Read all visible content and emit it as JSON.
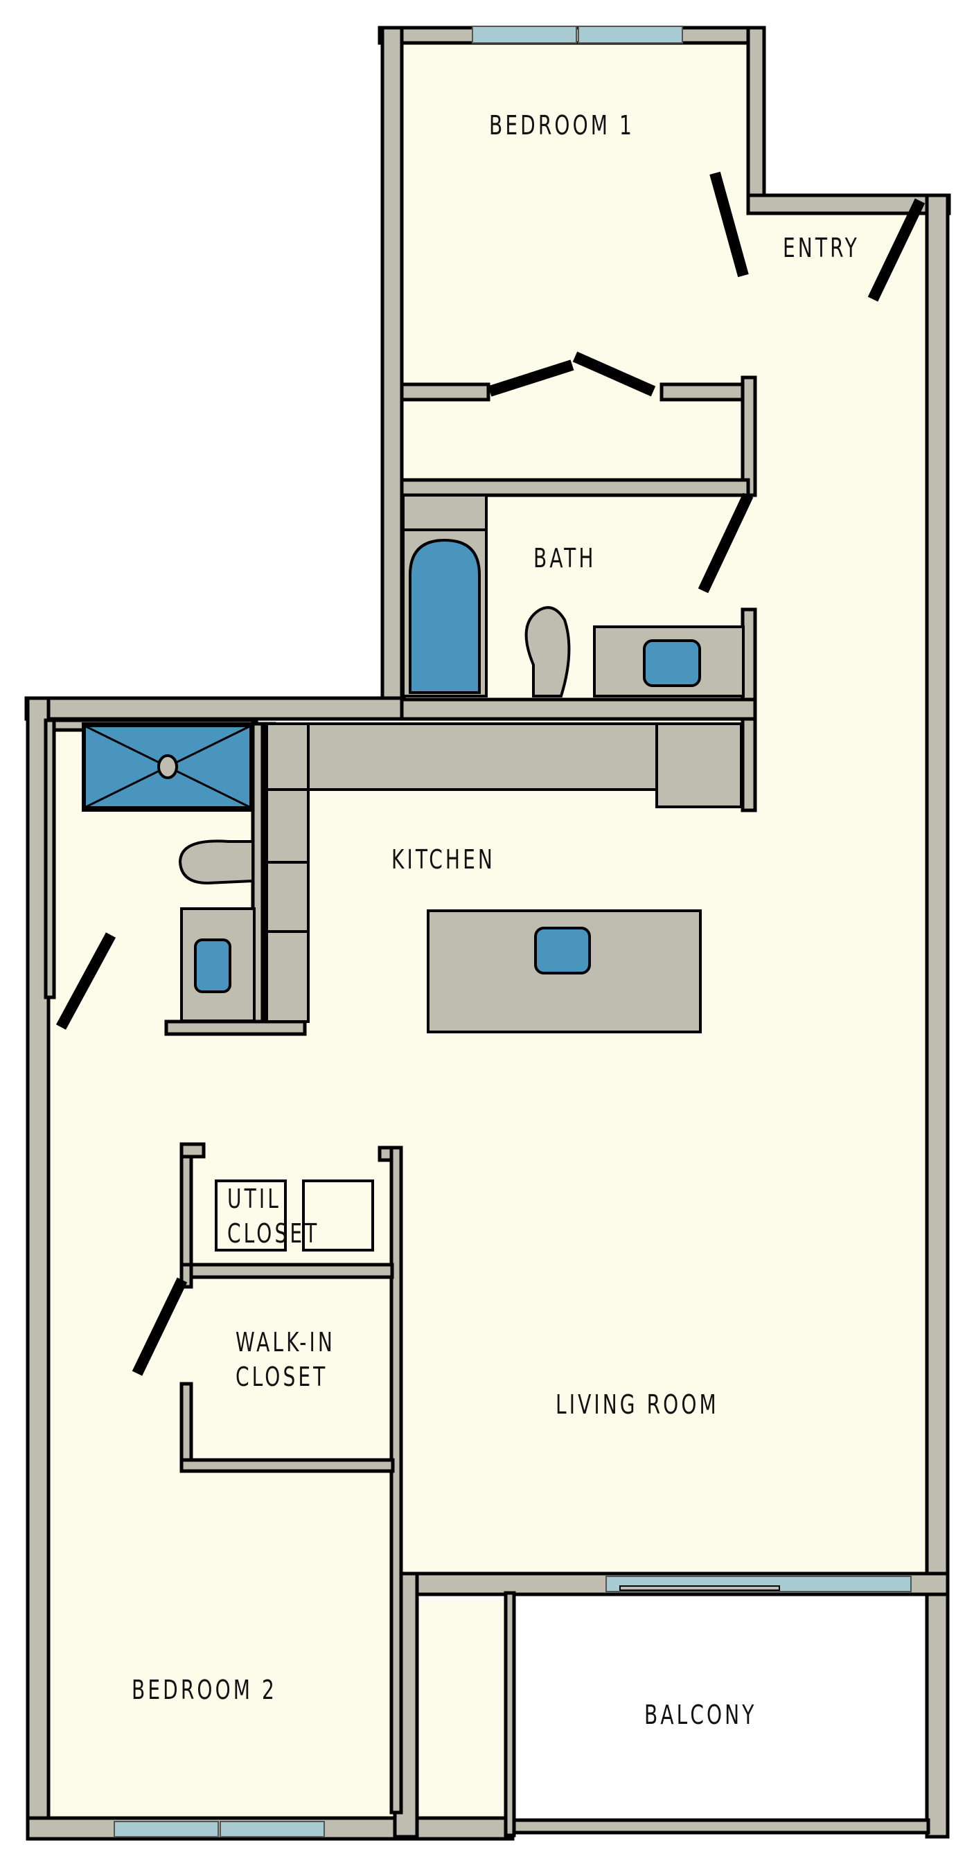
{
  "plan": {
    "colors": {
      "floor": "#FDFBEA",
      "wall": "#BFBDB0",
      "line": "#000000",
      "window": "#A8CBD1",
      "fixture": "#4A95BE",
      "outside": "#FFFFFF"
    },
    "rooms": {
      "bedroom1": "BEDROOM 1",
      "entry": "ENTRY",
      "bath": "BATH",
      "kitchen": "KITCHEN",
      "util_closet_line1": "UTIL",
      "util_closet_line2": "CLOSET",
      "walkin_line1": "WALK-IN",
      "walkin_line2": "CLOSET",
      "living_room": "LIVING ROOM",
      "bedroom2": "BEDROOM 2",
      "balcony": "BALCONY"
    }
  }
}
